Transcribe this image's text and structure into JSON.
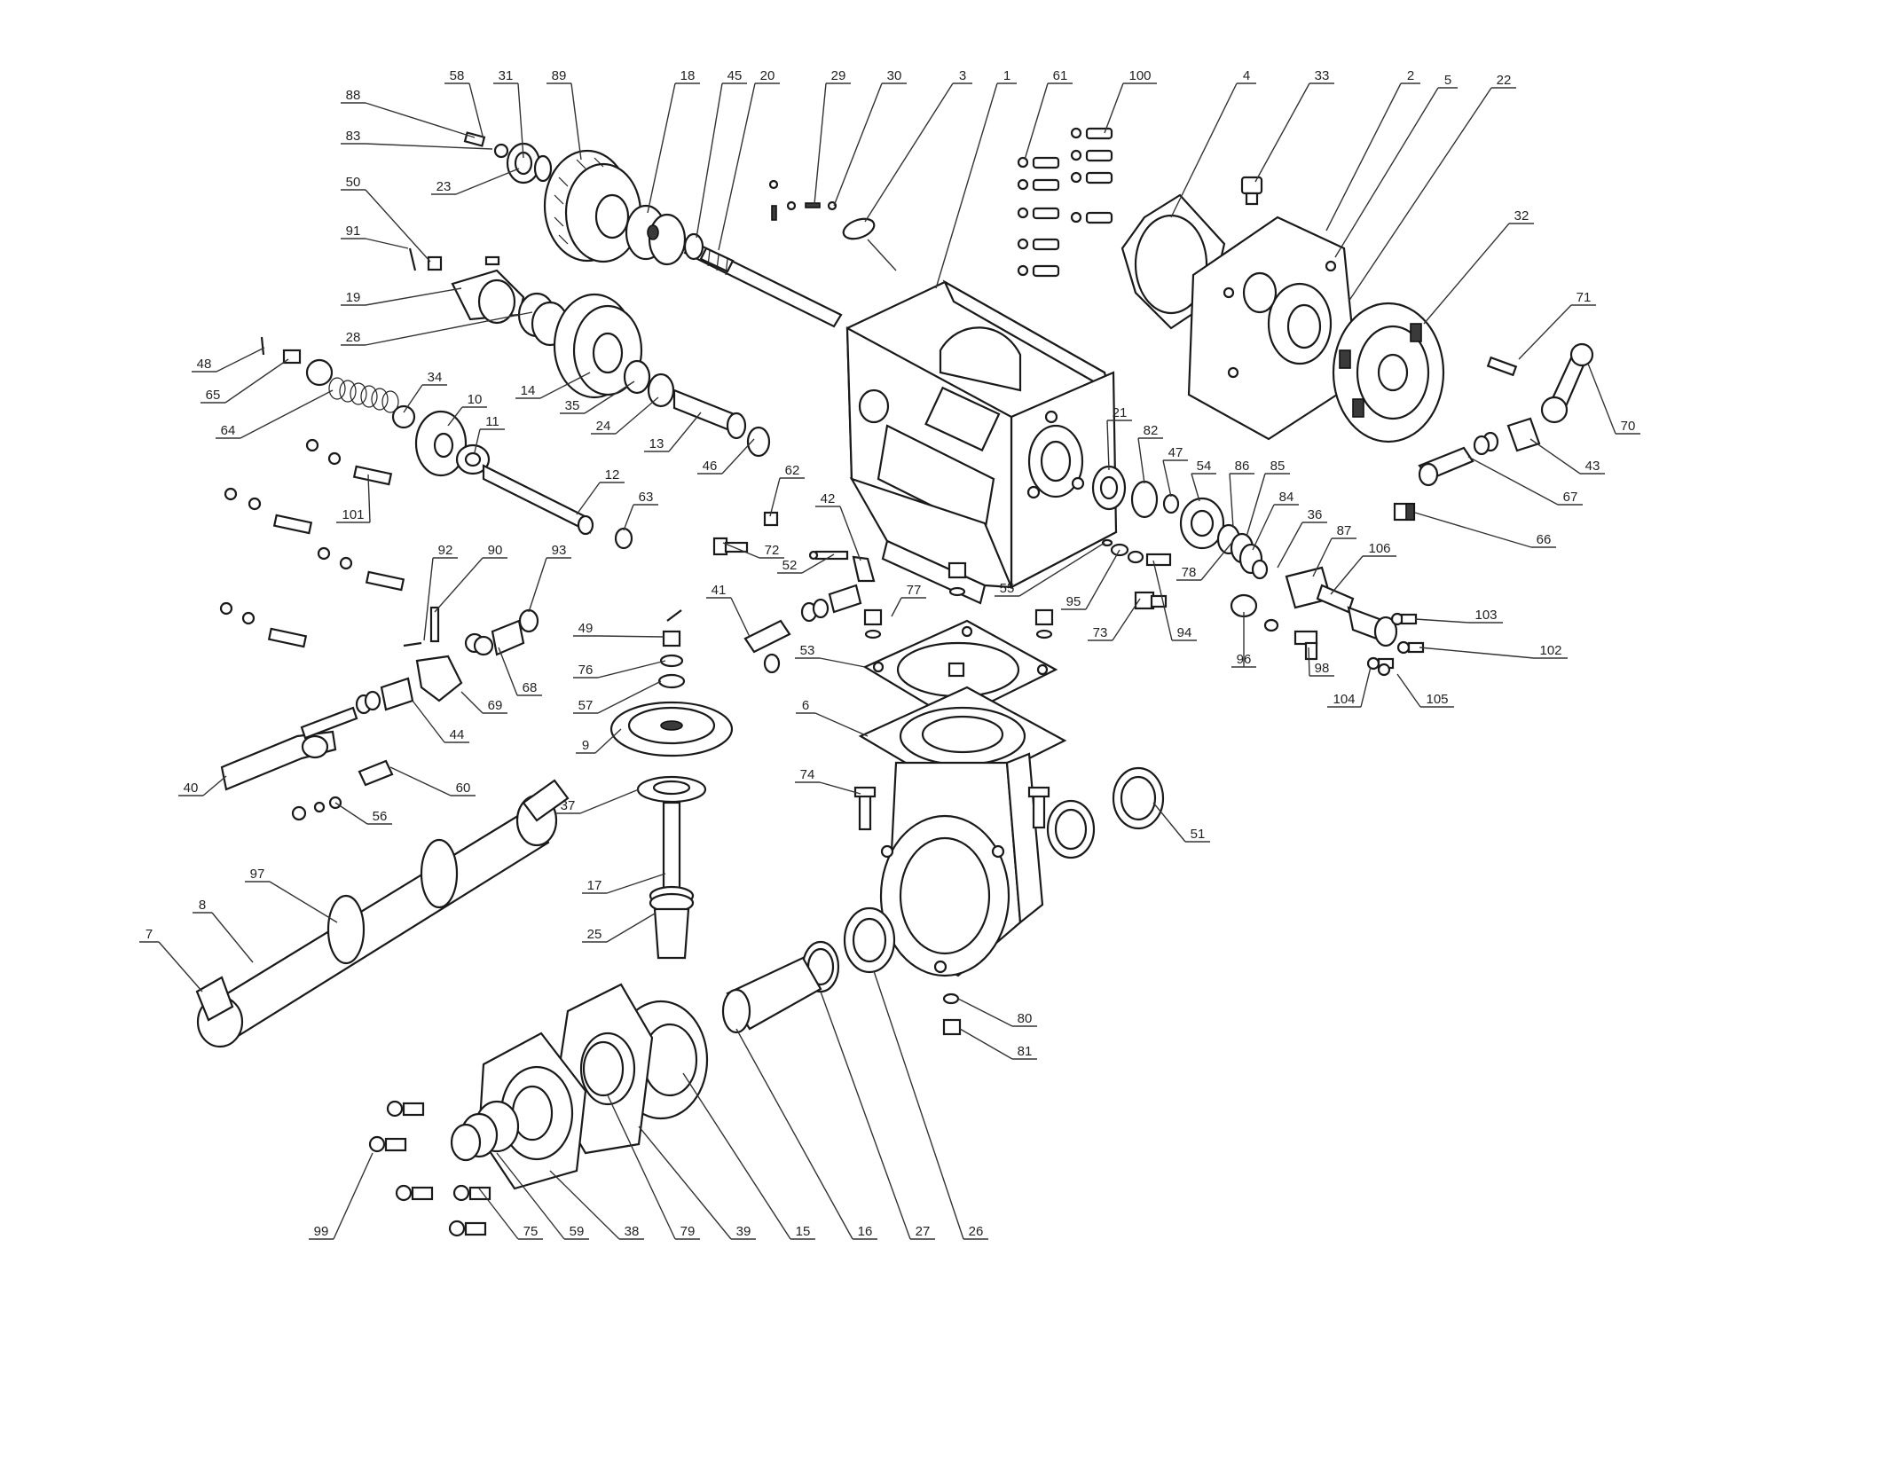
{
  "diagram": {
    "callout_numbers": [
      "58",
      "31",
      "89",
      "18",
      "45",
      "20",
      "29",
      "30",
      "3",
      "1",
      "61",
      "100",
      "4",
      "33",
      "2",
      "5",
      "22",
      "88",
      "83",
      "23",
      "50",
      "91",
      "19",
      "28",
      "48",
      "65",
      "64",
      "34",
      "14",
      "10",
      "35",
      "24",
      "13",
      "11",
      "12",
      "46",
      "62",
      "63",
      "42",
      "72",
      "52",
      "21",
      "82",
      "47",
      "54",
      "86",
      "85",
      "84",
      "36",
      "87",
      "106",
      "55",
      "95",
      "94",
      "73",
      "78",
      "96",
      "98",
      "104",
      "105",
      "103",
      "102",
      "101",
      "92",
      "90",
      "93",
      "49",
      "76",
      "57",
      "9",
      "77",
      "53",
      "41",
      "6",
      "32",
      "71",
      "70",
      "43",
      "67",
      "66",
      "44",
      "69",
      "68",
      "40",
      "60",
      "56",
      "37",
      "74",
      "51",
      "97",
      "8",
      "7",
      "17",
      "25",
      "80",
      "81",
      "99",
      "75",
      "59",
      "38",
      "79",
      "39",
      "15",
      "16",
      "27",
      "26"
    ]
  }
}
